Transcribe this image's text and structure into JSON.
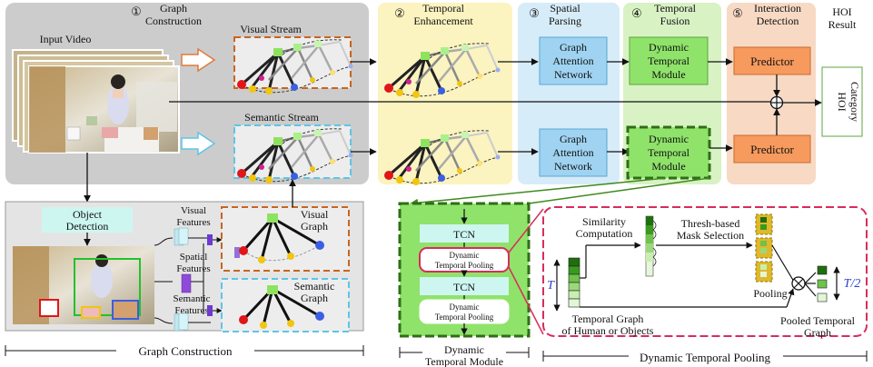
{
  "stages": {
    "s1": {
      "num": "①",
      "title1": "Graph",
      "title2": "Construction"
    },
    "s2": {
      "num": "②",
      "title1": "Temporal",
      "title2": "Enhancement"
    },
    "s3": {
      "num": "③",
      "title1": "Spatial",
      "title2": "Parsing"
    },
    "s4": {
      "num": "④",
      "title1": "Temporal",
      "title2": "Fusion"
    },
    "s5": {
      "num": "⑤",
      "title1": "Interaction",
      "title2": "Detection"
    }
  },
  "labels": {
    "input_video": "Input Video",
    "visual_stream": "Visual Stream",
    "semantic_stream": "Semantic Stream",
    "hoi_result1": "HOI",
    "hoi_result2": "Result",
    "hoi_category1": "HOI",
    "hoi_category2": "Category",
    "object_detection1": "Object",
    "object_detection2": "Detection",
    "visual_features1": "Visual",
    "visual_features2": "Features",
    "spatial_features1": "Spatial",
    "spatial_features2": "Features",
    "semantic_features1": "Semantic",
    "semantic_features2": "Features",
    "visual_graph1": "Visual",
    "visual_graph2": "Graph",
    "semantic_graph1": "Semantic",
    "semantic_graph2": "Graph",
    "similarity1": "Similarity",
    "similarity2": "Computation",
    "thresh1": "Thresh-based",
    "thresh2": "Mask Selection",
    "pooling": "Pooling",
    "temporal_graph1": "Temporal Graph",
    "temporal_graph2": "of Human or Objects",
    "pooled1": "Pooled Temporal",
    "pooled2": "Graph",
    "t": "T",
    "t_half": "T/2"
  },
  "blocks": {
    "gat": [
      "Graph",
      "Attention",
      "Network"
    ],
    "dtm": [
      "Dynamic",
      "Temporal",
      "Module"
    ],
    "predictor": "Predictor",
    "tcn": "TCN",
    "dtp": [
      "Dynamic",
      "Temporal Pooling"
    ]
  },
  "captions": {
    "graph_construction": "Graph Construction",
    "dynamic_temporal_module1": "Dynamic",
    "dynamic_temporal_module2": "Temporal Module",
    "dynamic_temporal_pooling": "Dynamic Temporal Pooling"
  },
  "colors": {
    "stage1_bg": "#cccccc",
    "stage2_bg": "#fbf3c0",
    "stage3_bg": "#d6ecf8",
    "stage4_bg": "#d8f2c4",
    "stage5_bg": "#f7d9c4",
    "gat_fill": "#9fd3f1",
    "dtm_fill": "#8fe36a",
    "predictor_fill": "#f79a5e",
    "visual_dash": "#c8651d",
    "semantic_dash": "#5bc6e6",
    "pooling_dash": "#d82c5c"
  }
}
